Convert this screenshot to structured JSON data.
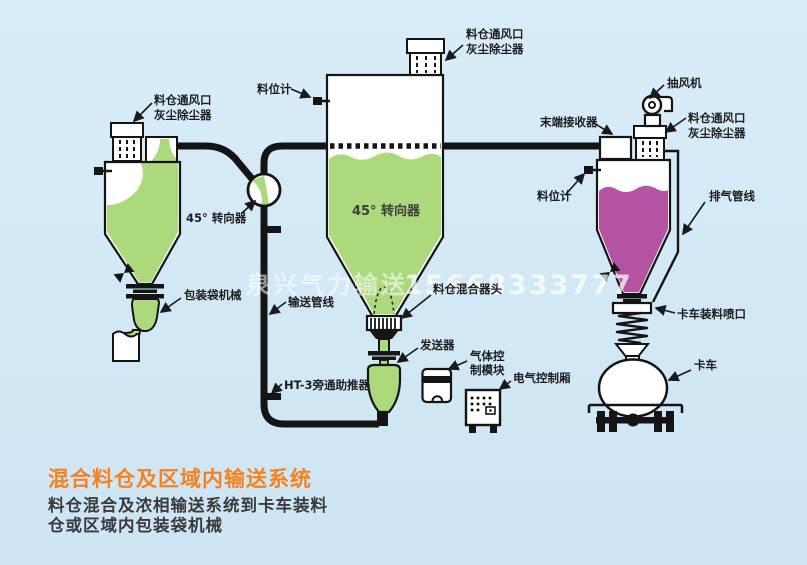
{
  "colors": {
    "background": "#d3e9f5",
    "material_green": "#abd97c",
    "material_purple": "#b553a3",
    "accent_orange": "#f58220",
    "line_black": "#141414"
  },
  "watermark": {
    "brand": "泉兴气力输送",
    "phone": "15668333777"
  },
  "caption": {
    "title": "混合料仓及区域内输送系统",
    "line1": "料仓混合及浓相输送系统到卡车装料",
    "line2": "仓或区域内包装袋机械"
  },
  "labels": {
    "left_vent_l1": "料仓通风口",
    "left_vent_l2": "灰尘除尘器",
    "left_diverter": "45° 转向器",
    "bagging_machine": "包装袋机械",
    "mid_level_gauge": "料位计",
    "mid_vent_l1": "料仓通风口",
    "mid_vent_l2": "灰尘除尘器",
    "mid_diverter": "45° 转向器",
    "conveying_line": "输送管线",
    "mixer_head": "料仓混合器头",
    "bypass_booster": "HT-3旁通助推器",
    "sender": "发送器",
    "gas_ctrl_l1": "气体控",
    "gas_ctrl_l2": "制模块",
    "electric_cabinet": "电气控制厢",
    "end_receiver": "末端接收器",
    "exhaust_fan": "抽风机",
    "right_vent_l1": "料仓通风口",
    "right_vent_l2": "灰尘除尘器",
    "right_level_gauge": "料位计",
    "exhaust_line": "排气管线",
    "truck_loading_spout": "卡车装料喷口",
    "truck": "卡车"
  }
}
